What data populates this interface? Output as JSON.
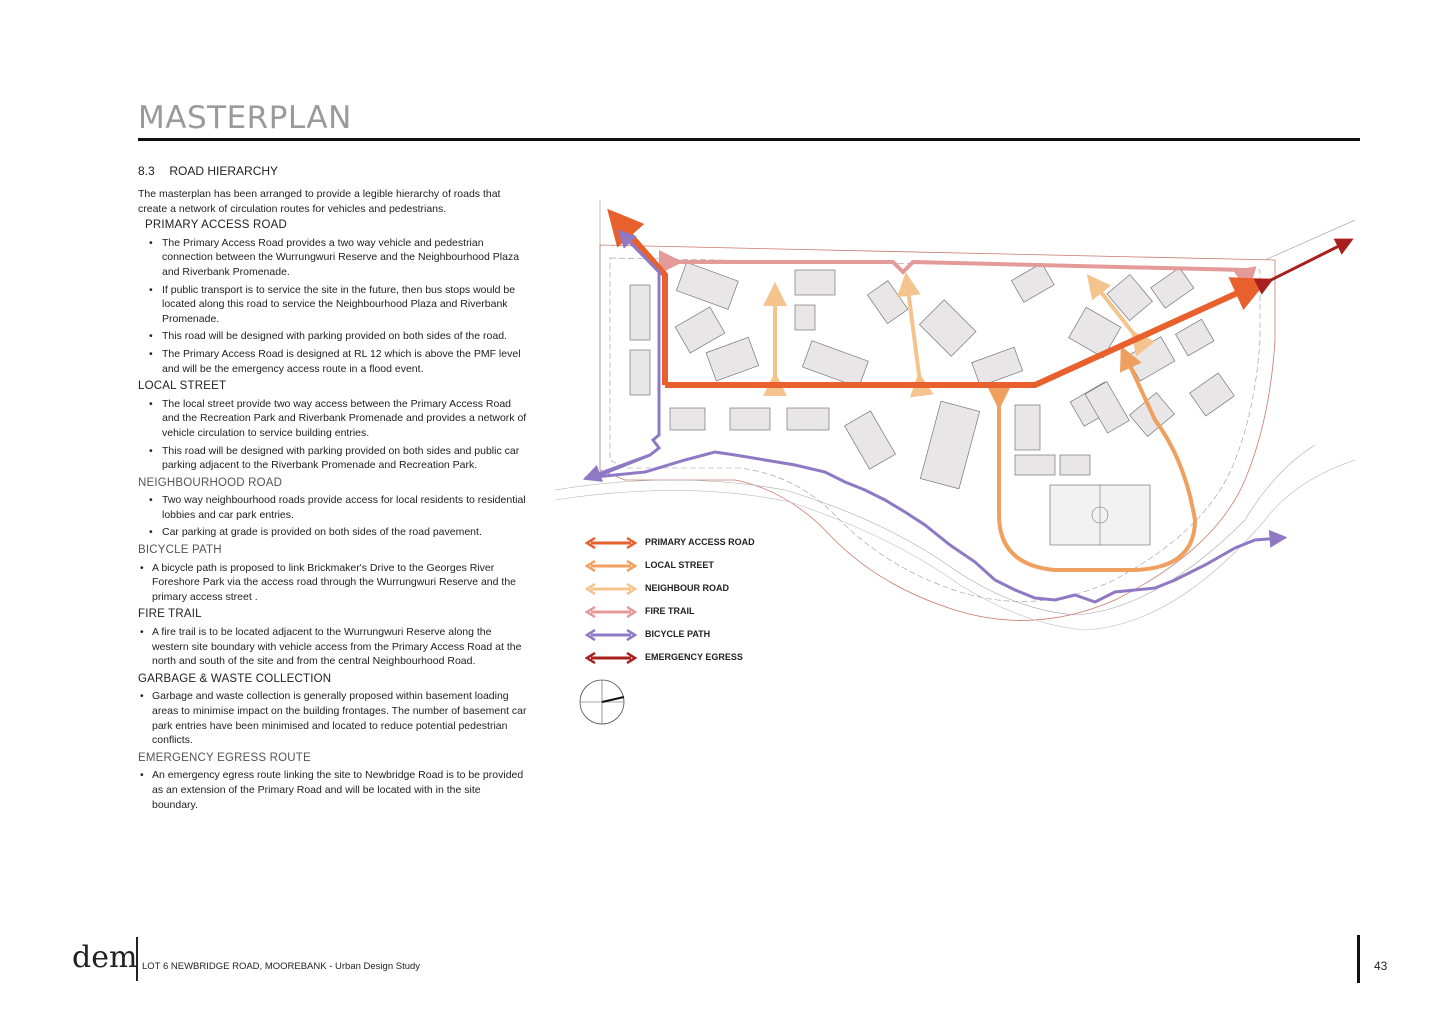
{
  "header": {
    "title": "MASTERPLAN"
  },
  "section": {
    "number": "8.3",
    "title": "ROAD HIERARCHY"
  },
  "intro": "The masterplan has been arranged to provide a legible hierarchy of roads that create a network of circulation routes for vehicles and pedestrians.",
  "primary": {
    "heading": "PRIMARY ACCESS ROAD",
    "bullets": [
      "The Primary Access Road provides a two way vehicle and pedestrian connection between the Wurrungwuri Reserve and the Neighbourhood Plaza and Riverbank Promenade.",
      "If public transport is to service the site in the future, then bus stops would be located along this road to service the Neighbourhood Plaza and Riverbank Promenade.",
      "This road will be designed with parking provided on both sides of the road.",
      "The Primary Access Road is designed at RL 12 which is above the PMF level and will be the emergency access route in a flood event."
    ]
  },
  "local": {
    "heading": "LOCAL STREET",
    "bullets": [
      "The local street provide two way access between the Primary Access Road and the Recreation Park and Riverbank Promenade and provides a network of vehicle circulation to service building entries.",
      " This road will be designed with parking provided on both sides and public car parking adjacent to the Riverbank Promenade and Recreation Park."
    ]
  },
  "neighbourhood": {
    "heading": "NEIGHBOURHOOD ROAD",
    "bullets": [
      "Two way neighbourhood roads provide access for local residents to residential lobbies and car park entries.",
      "Car parking at grade is provided  on both sides of the road pavement."
    ]
  },
  "bicycle": {
    "heading": "BICYCLE PATH",
    "bullets": [
      "A bicycle path is proposed to link Brickmaker's Drive to the Georges River Foreshore Park via the access road through the Wurrungwuri Reserve and the primary access street ."
    ]
  },
  "fire": {
    "heading": "FIRE TRAIL",
    "bullets": [
      "A fire trail is to be located adjacent to the Wurrungwuri Reserve along the western site boundary with vehicle access from the Primary Access Road at the north and south of the site and from the central Neighbourhood Road."
    ]
  },
  "garbage": {
    "heading": "GARBAGE & WASTE COLLECTION",
    "bullets": [
      "Garbage and waste collection is generally proposed within basement loading areas to minimise impact on the building frontages. The number of basement car park entries have been minimised and located to reduce potential pedestrian conflicts."
    ]
  },
  "egress": {
    "heading": "EMERGENCY EGRESS ROUTE",
    "bullets": [
      "An emergency egress route linking the site to Newbridge Road is to be provided as an extension of the Primary Road and will be located with in the site boundary."
    ]
  },
  "legend": [
    {
      "label": "PRIMARY ACCESS ROAD",
      "color": "#e8602c"
    },
    {
      "label": "LOCAL STREET",
      "color": "#f0a05e"
    },
    {
      "label": "NEIGHBOUR ROAD",
      "color": "#f5c48e"
    },
    {
      "label": "FIRE TRAIL",
      "color": "#e49a98"
    },
    {
      "label": "BICYCLE PATH",
      "color": "#8f78c4"
    },
    {
      "label": "EMERGENCY EGRESS",
      "color": "#a8201e"
    }
  ],
  "footer": {
    "logo": "dem",
    "text": "LOT 6 NEWBRIDGE ROAD, MOOREBANK - Urban Design Study",
    "page": "43"
  }
}
